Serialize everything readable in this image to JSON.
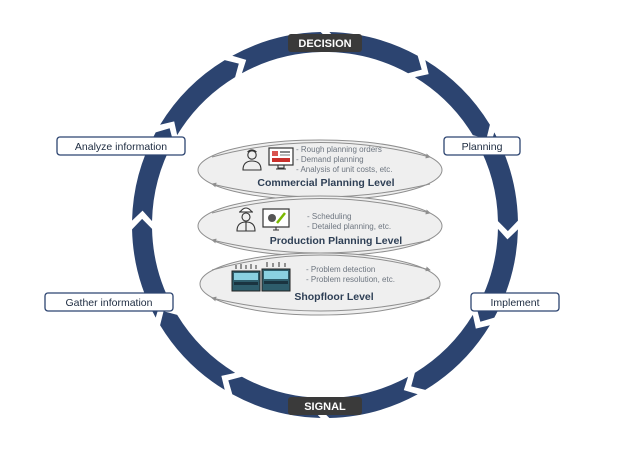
{
  "cycle": {
    "top_label": "DECISION",
    "bottom_label": "SIGNAL",
    "left_upper": "Analyze information",
    "left_lower": "Gather information",
    "right_upper": "Planning",
    "right_lower": "Implement"
  },
  "levels": [
    {
      "title": "Commercial Planning Level",
      "bullets": [
        "- Rough planning orders",
        "- Demand planning",
        "- Analysis of unit costs, etc."
      ]
    },
    {
      "title": "Production Planning Level",
      "bullets": [
        "-   Scheduling",
        "-   Detailed planning, etc."
      ]
    },
    {
      "title": "Shopfloor Level",
      "bullets": [
        "- Problem detection",
        "- Problem resolution, etc."
      ]
    }
  ],
  "icons": {
    "level1": [
      "person-icon",
      "monitor-chart-icon"
    ],
    "level2": [
      "worker-helmet-icon",
      "monitor-tools-icon"
    ],
    "level3": [
      "machine-icon",
      "machine-icon"
    ]
  },
  "colors": {
    "ring": "#2c4470",
    "dark_tag": "#3a3a3a",
    "tag_border": "#2c4470",
    "ellipse_fill": "#efefef",
    "ellipse_stroke": "#8f8f8f"
  }
}
